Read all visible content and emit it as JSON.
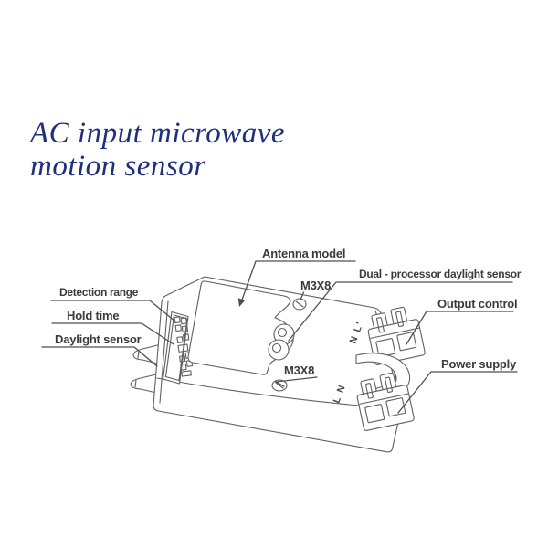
{
  "title": {
    "line1": "AC input microwave",
    "line2": "motion sensor"
  },
  "labels": {
    "antenna_model": "Antenna model",
    "m3x8_top": "M3X8",
    "m3x8_bottom": "M3X8",
    "dual_processor_daylight_sensor": "Dual - processor daylight sensor",
    "output_control": "Output control",
    "power_supply": "Power supply",
    "detection_range": "Detection range",
    "hold_time": "Hold time",
    "daylight_sensor": "Daylight sensor"
  },
  "device_markings": {
    "output_terminal": "N L'",
    "power_terminal": "L N"
  },
  "colors": {
    "title_text": "#1f2f7d",
    "label_text": "#3b3b3b",
    "line_work": "#606060",
    "background": "#ffffff"
  }
}
